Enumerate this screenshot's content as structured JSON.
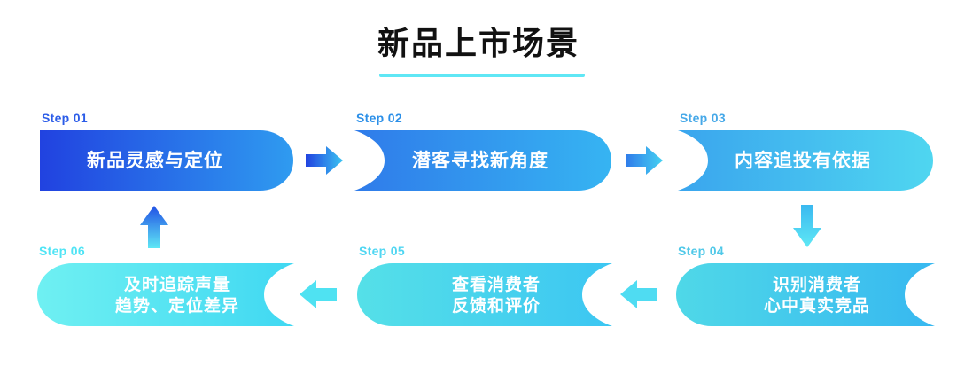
{
  "page": {
    "title": "新品上市场景",
    "background": "#ffffff",
    "underline_color": "#5FE7F5"
  },
  "flow": {
    "type": "process-flow",
    "direction": "snake: left-to-right then down then right-to-left",
    "steps": [
      {
        "label": "Step 01",
        "label_color": "#2B5CE8",
        "lines": [
          "新品灵感与定位"
        ],
        "shape": "flat-left-round-right",
        "gradient_from": "#2142E0",
        "gradient_to": "#2F9BF0"
      },
      {
        "label": "Step 02",
        "label_color": "#2B8FE8",
        "lines": [
          "潜客寻找新角度"
        ],
        "shape": "notch-left-round-right",
        "gradient_from": "#2F7BEA",
        "gradient_to": "#36B4F2"
      },
      {
        "label": "Step 03",
        "label_color": "#45A8E8",
        "lines": [
          "内容追投有依据"
        ],
        "shape": "notch-left-round-right",
        "gradient_from": "#3AA5EE",
        "gradient_to": "#4FD6F0"
      },
      {
        "label": "Step 04",
        "label_color": "#4FC8E8",
        "lines": [
          "识别消费者",
          "心中真实竞品"
        ],
        "shape": "round-left-notch-right",
        "gradient_from": "#4FD8E8",
        "gradient_to": "#37B8F0"
      },
      {
        "label": "Step 05",
        "label_color": "#4FD6F2",
        "lines": [
          "查看消费者",
          "反馈和评价"
        ],
        "shape": "round-left-notch-right",
        "gradient_from": "#55E0E8",
        "gradient_to": "#3CC6F2"
      },
      {
        "label": "Step 06",
        "label_color": "#4FE4F5",
        "lines": [
          "及时追踪声量",
          "趋势、定位差异"
        ],
        "shape": "round-left-notch-right",
        "gradient_from": "#6FF0F2",
        "gradient_to": "#40D8F2"
      }
    ],
    "connectors": [
      {
        "name": "arrow-step1-to-step2",
        "direction": "right",
        "from": "#2142E0",
        "to": "#3BC4F2"
      },
      {
        "name": "arrow-step2-to-step3",
        "direction": "right",
        "from": "#2F7BEA",
        "to": "#45D2F2"
      },
      {
        "name": "arrow-step3-to-step4",
        "direction": "down",
        "from": "#3AB8F0",
        "to": "#5FE8F5"
      },
      {
        "name": "arrow-step4-to-step5",
        "direction": "left",
        "from": "#4FDCF2",
        "to": "#4FDCF2"
      },
      {
        "name": "arrow-step5-to-step6",
        "direction": "left",
        "from": "#4FE2F2",
        "to": "#4FE2F2"
      },
      {
        "name": "arrow-step6-to-step1",
        "direction": "up",
        "from": "#5FE8F5",
        "to": "#2150E5"
      }
    ]
  }
}
